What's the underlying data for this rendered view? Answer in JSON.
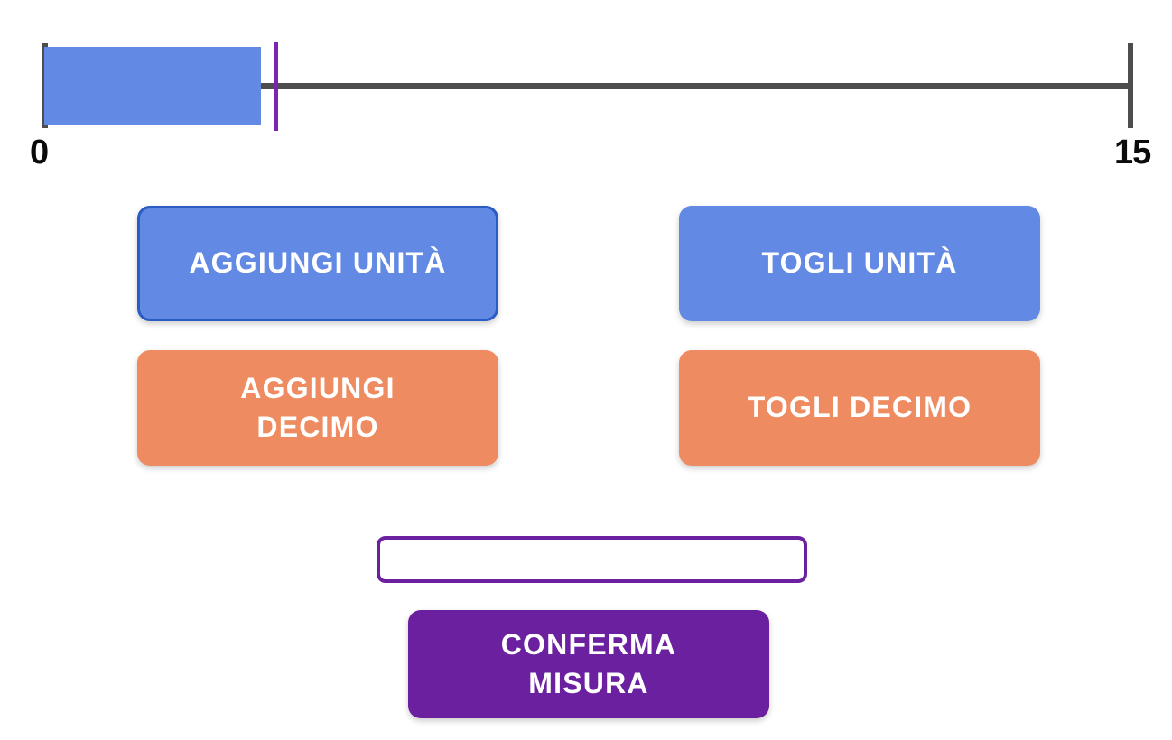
{
  "gauge": {
    "min_label": "0",
    "max_label": "15",
    "min_value": 0,
    "max_value": 15,
    "filled_value": 3.0,
    "marker_value": 3.2,
    "fill_color": "#628ae4",
    "track_color": "#4d4d4d",
    "marker_color": "#7b25b5",
    "label_color": "#0b0b0b"
  },
  "controls": {
    "add_unit": {
      "label": "AGGIUNGI UNITÀ",
      "color": "#628ae4",
      "border_color": "#2b5cc4",
      "focused": true
    },
    "remove_unit": {
      "label": "TOGLI UNITÀ",
      "color": "#628ae4",
      "focused": false
    },
    "add_tenth": {
      "label": "AGGIUNGI\nDECIMO",
      "color": "#ee8b60",
      "focused": false
    },
    "remove_tenth": {
      "label": "TOGLI DECIMO",
      "color": "#ee8b60",
      "focused": false
    }
  },
  "measure": {
    "input_value": "",
    "input_placeholder": "",
    "input_border_color": "#6b219f",
    "confirm_label": "CONFERMA\nMISURA",
    "confirm_color": "#6b219f"
  }
}
